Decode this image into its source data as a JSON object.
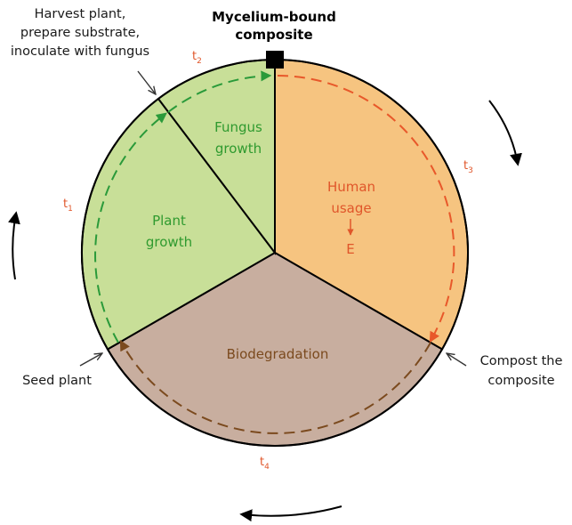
{
  "title": {
    "line1": "Mycelium-bound",
    "line2": "composite"
  },
  "annotations": {
    "harvest": [
      "Harvest plant,",
      "prepare substrate,",
      "inoculate with fungus"
    ],
    "seed": "Seed plant",
    "compost": [
      "Compost the",
      "composite"
    ]
  },
  "sectors": {
    "fungus": {
      "lines": [
        "Fungus",
        "growth"
      ],
      "fill": "#c8df98",
      "text_color": "#2f9a2f"
    },
    "plant": {
      "lines": [
        "Plant",
        "growth"
      ],
      "fill": "#c8df98",
      "text_color": "#2f9a2f"
    },
    "human": {
      "lines": [
        "Human",
        "usage"
      ],
      "fill": "#f6c480",
      "text_color": "#e0562a",
      "arrow_label": "E"
    },
    "bio": {
      "lines": [
        "Biodegradation"
      ],
      "fill": "#c8ae9f",
      "text_color": "#7b4a1e"
    }
  },
  "times": {
    "t1": {
      "base": "t",
      "sub": "1"
    },
    "t2": {
      "base": "t",
      "sub": "2"
    },
    "t3": {
      "base": "t",
      "sub": "3"
    },
    "t4": {
      "base": "t",
      "sub": "4"
    }
  },
  "colors": {
    "green_arrow": "#2a9a3a",
    "orange_arrow": "#e8582a",
    "brown_arrow": "#7b4a1e",
    "time_label": "#e0562a",
    "outline": "#000000"
  },
  "icons": [
    "circular-rotation-arrow-icon",
    "square-marker-icon"
  ]
}
